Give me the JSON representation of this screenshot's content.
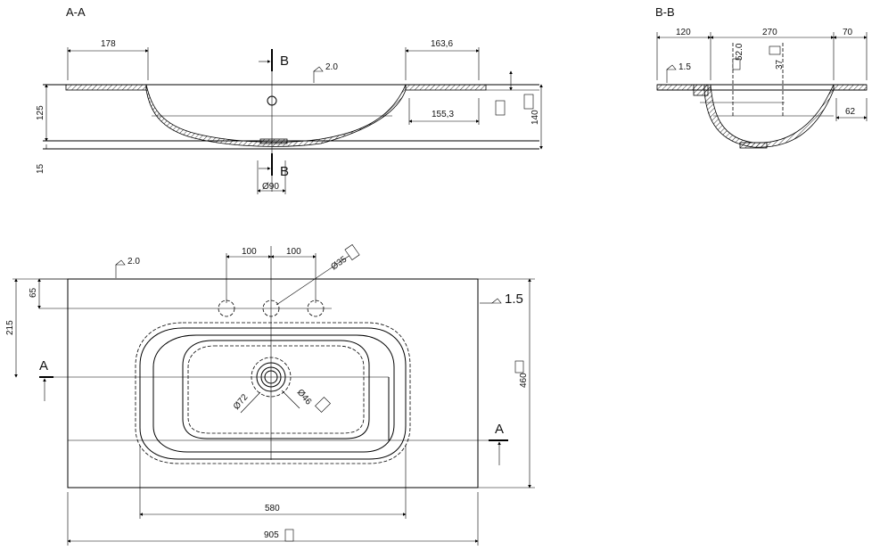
{
  "section_aa": {
    "title": "A-A",
    "dim_178": "178",
    "dim_163_6": "163,6",
    "dim_155_3": "155,3",
    "dim_125": "125",
    "dim_140": "140",
    "dim_15": "15",
    "slope": "2.0",
    "cut_b_top": "B",
    "cut_b_bottom": "B",
    "dia_90": "Ø90"
  },
  "section_bb": {
    "title": "B-B",
    "dim_120": "120",
    "dim_270": "270",
    "dim_70": "70",
    "dim_62": "62",
    "dim_37": "37",
    "dim_52_0": "52.0",
    "slope": "1.5"
  },
  "plan": {
    "dim_100_left": "100",
    "dim_100_right": "100",
    "dia_35": "Ø35",
    "slope_top": "2.0",
    "slope_right": "1.5",
    "dim_65": "65",
    "dim_215": "215",
    "dim_460": "460",
    "dim_580": "580",
    "dim_905": "905",
    "dia_72": "Ø72",
    "dia_46": "Ø46",
    "cut_a_left": "A",
    "cut_a_right": "A"
  }
}
